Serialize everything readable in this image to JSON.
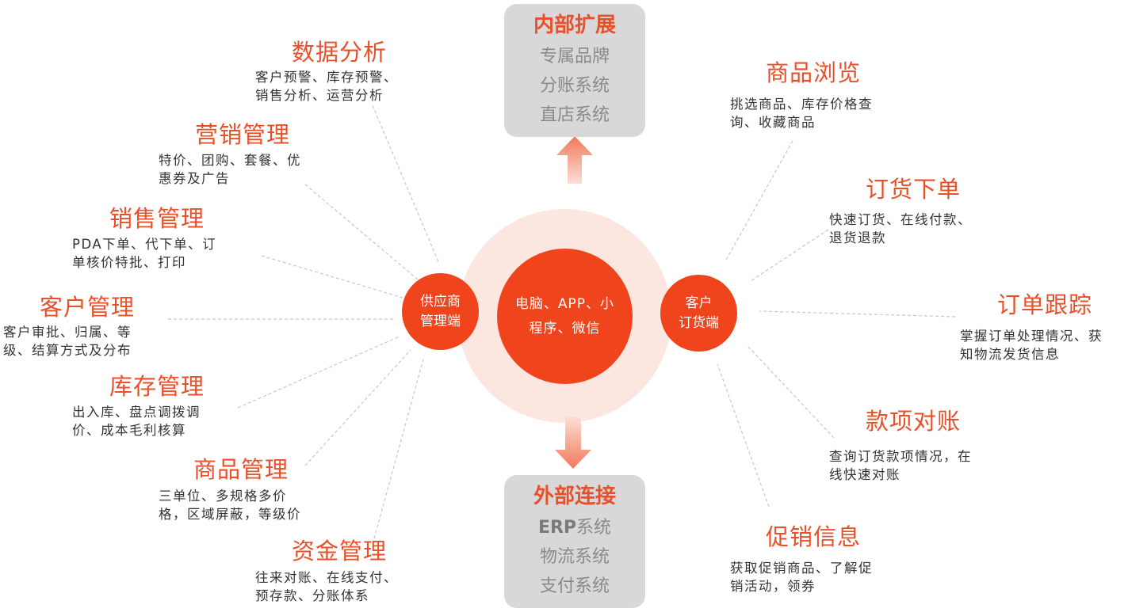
{
  "center": {
    "line1": "电脑、APP、小",
    "line2": "程序、微信"
  },
  "supplier_node": {
    "line1": "供应商",
    "line2": "管理端"
  },
  "customer_node": {
    "line1": "客户",
    "line2": "订货端"
  },
  "internal_box": {
    "title": "内部扩展",
    "items": [
      "专属品牌",
      "分账系统",
      "直店系统"
    ]
  },
  "external_box": {
    "title": "外部连接",
    "items": [
      {
        "bold": "ERP",
        "rest": "系统"
      },
      {
        "bold": "",
        "rest": "物流系统"
      },
      {
        "bold": "",
        "rest": "支付系统"
      }
    ]
  },
  "left_features": [
    {
      "title": "数据分析",
      "lines": [
        "客户预警、库存预警、",
        "销售分析、运营分析"
      ]
    },
    {
      "title": "营销管理",
      "lines": [
        "特价、团购、套餐、优",
        "惠券及广告"
      ]
    },
    {
      "title": "销售管理",
      "lines": [
        "PDA下单、代下单、订",
        "单核价特批、打印"
      ]
    },
    {
      "title": "客户管理",
      "lines": [
        "客户审批、归属、等",
        "级、结算方式及分布"
      ]
    },
    {
      "title": "库存管理",
      "lines": [
        "出入库、盘点调拨调",
        "价、成本毛利核算"
      ]
    },
    {
      "title": "商品管理",
      "lines": [
        "三单位、多规格多价",
        "格，区域屏蔽，等级价"
      ]
    },
    {
      "title": "资金管理",
      "lines": [
        "往来对账、在线支付、",
        "预存款、分账体系"
      ]
    }
  ],
  "right_features": [
    {
      "title": "商品浏览",
      "lines": [
        "挑选商品、库存价格查",
        "询、收藏商品"
      ]
    },
    {
      "title": "订货下单",
      "lines": [
        "快速订货、在线付款、",
        "退货退款"
      ]
    },
    {
      "title": "订单跟踪",
      "lines": [
        "掌握订单处理情况、获",
        "知物流发货信息"
      ]
    },
    {
      "title": "款项对账",
      "lines": [
        "查询订货款项情况，在",
        "线快速对账"
      ]
    },
    {
      "title": "促销信息",
      "lines": [
        "获取促销商品、了解促",
        "销活动，领券"
      ]
    }
  ],
  "colors": {
    "accent": "#e8502a",
    "node": "#f0441c",
    "halo": "#fbe6e0",
    "box": "#d8d8d8",
    "box_text": "#8a8a8a"
  }
}
